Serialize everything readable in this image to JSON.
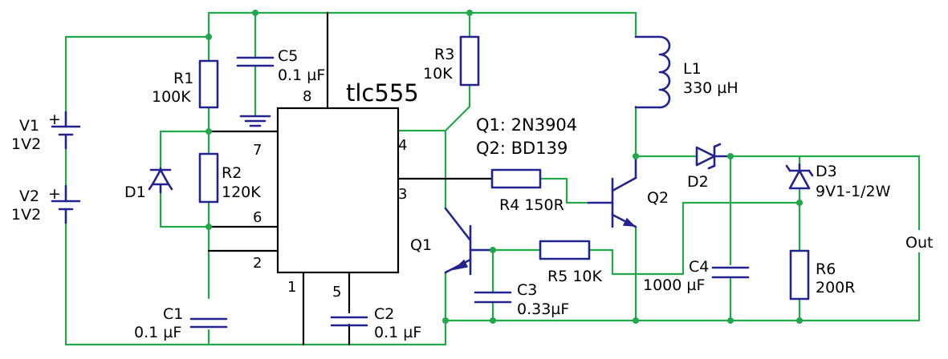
{
  "chip": {
    "name": "tlc555",
    "pins": [
      "8",
      "7",
      "6",
      "2",
      "1",
      "5",
      "4",
      "3"
    ]
  },
  "notes": {
    "q1": "Q1:  2N3904",
    "q2": "Q2: BD139"
  },
  "components": {
    "v1": {
      "ref": "V1",
      "value": "1V2"
    },
    "v2": {
      "ref": "V2",
      "value": "1V2"
    },
    "r1": {
      "ref": "R1",
      "value": "100K"
    },
    "r2": {
      "ref": "R2",
      "value": "120K"
    },
    "r3": {
      "ref": "R3",
      "value": "10K"
    },
    "r4": {
      "label": "R4  150R"
    },
    "r5": {
      "label": "R5  10K"
    },
    "r6": {
      "ref": "R6",
      "value": "200R"
    },
    "c1": {
      "ref": "C1",
      "value": "0.1 µF"
    },
    "c2": {
      "ref": "C2",
      "value": "0.1 µF"
    },
    "c3": {
      "ref": "C3",
      "value": "0.33µF"
    },
    "c4": {
      "ref": "C4",
      "value": "1000 µF"
    },
    "c5": {
      "ref": "C5",
      "value": "0.1 µF"
    },
    "d1": {
      "ref": "D1"
    },
    "d2": {
      "ref": "D2"
    },
    "d3": {
      "ref": "D3",
      "value": "9V1-1/2W"
    },
    "l1": {
      "ref": "L1",
      "value": "330 µH"
    },
    "q1": {
      "ref": "Q1"
    },
    "q2": {
      "ref": "Q2"
    }
  },
  "output": {
    "label": "Out"
  },
  "colors": {
    "wire": "#21a84a",
    "component": "#23238f",
    "chip": "#000000"
  }
}
